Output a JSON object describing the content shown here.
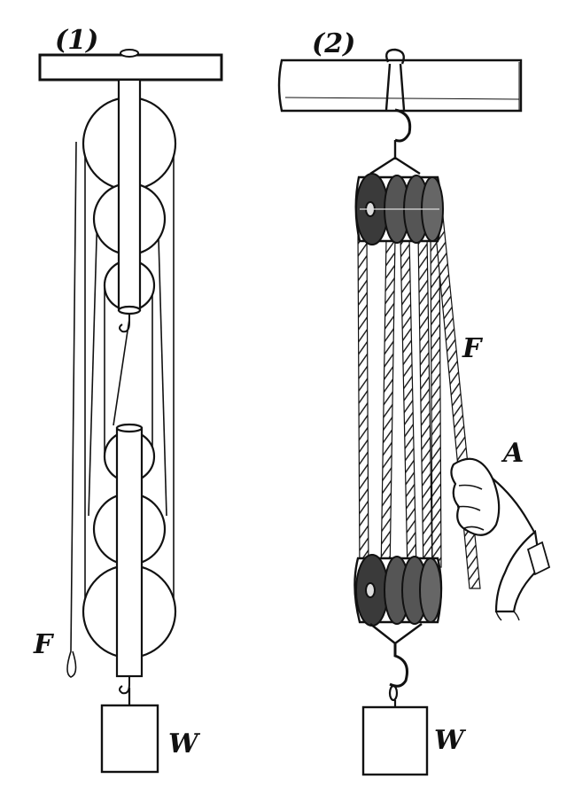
{
  "figure_1": {
    "label": "(1)",
    "force_label": "F",
    "weight_label": "W"
  },
  "figure_2": {
    "label": "(2)",
    "force_label": "F",
    "hand_label": "A",
    "weight_label": "W"
  }
}
